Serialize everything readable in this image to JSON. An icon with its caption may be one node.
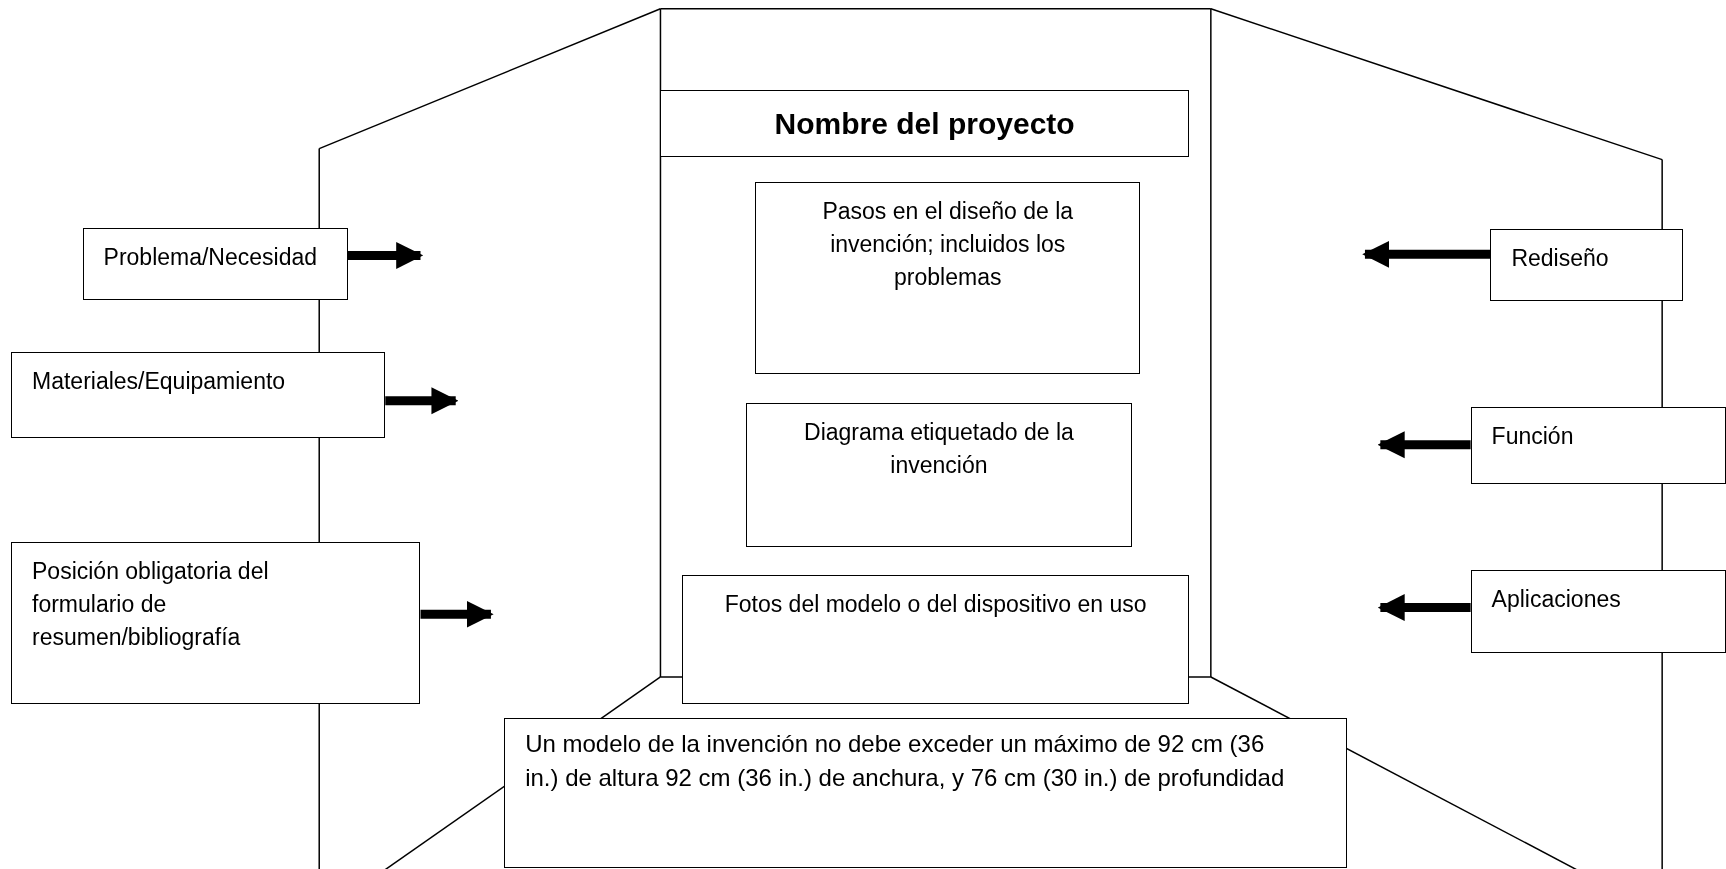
{
  "diagram": {
    "nodes": [
      {
        "text": [
          "Nombre del proyecto"
        ]
      },
      {
        "text": [
          "Problema/Necesidad"
        ]
      },
      {
        "text": [
          "Rediseño"
        ]
      },
      {
        "text": [
          "Pasos en el diseño de la invención; incluidos los problemas"
        ]
      },
      {
        "text": [
          "Materiales/Equipamiento"
        ]
      },
      {
        "text": [
          "Diagrama etiquetado de la invención"
        ]
      },
      {
        "text": [
          "Función"
        ]
      },
      {
        "text": [
          "Posición obligatoria del formulario de resumen/bibliografía"
        ]
      },
      {
        "text": [
          "Fotos del modelo o del dispositivo en uso"
        ]
      },
      {
        "text": [
          "Aplicaciones"
        ]
      },
      {
        "text": [
          "Un modelo de la invención no debe exceder un máximo de 92 cm (36 in.) de altura 92 cm (36 in.) de anchura, y 76 cm (30 in.) de profundidad"
        ]
      }
    ],
    "edges": [
      {
        "from": 1,
        "to": null,
        "arrow": "to"
      },
      {
        "from": 2,
        "to": null,
        "arrow": "to"
      },
      {
        "from": 4,
        "to": null,
        "arrow": "to"
      },
      {
        "from": 6,
        "to": null,
        "arrow": "to"
      },
      {
        "from": 7,
        "to": null,
        "arrow": "to"
      },
      {
        "from": 9,
        "to": null,
        "arrow": "to"
      }
    ]
  }
}
